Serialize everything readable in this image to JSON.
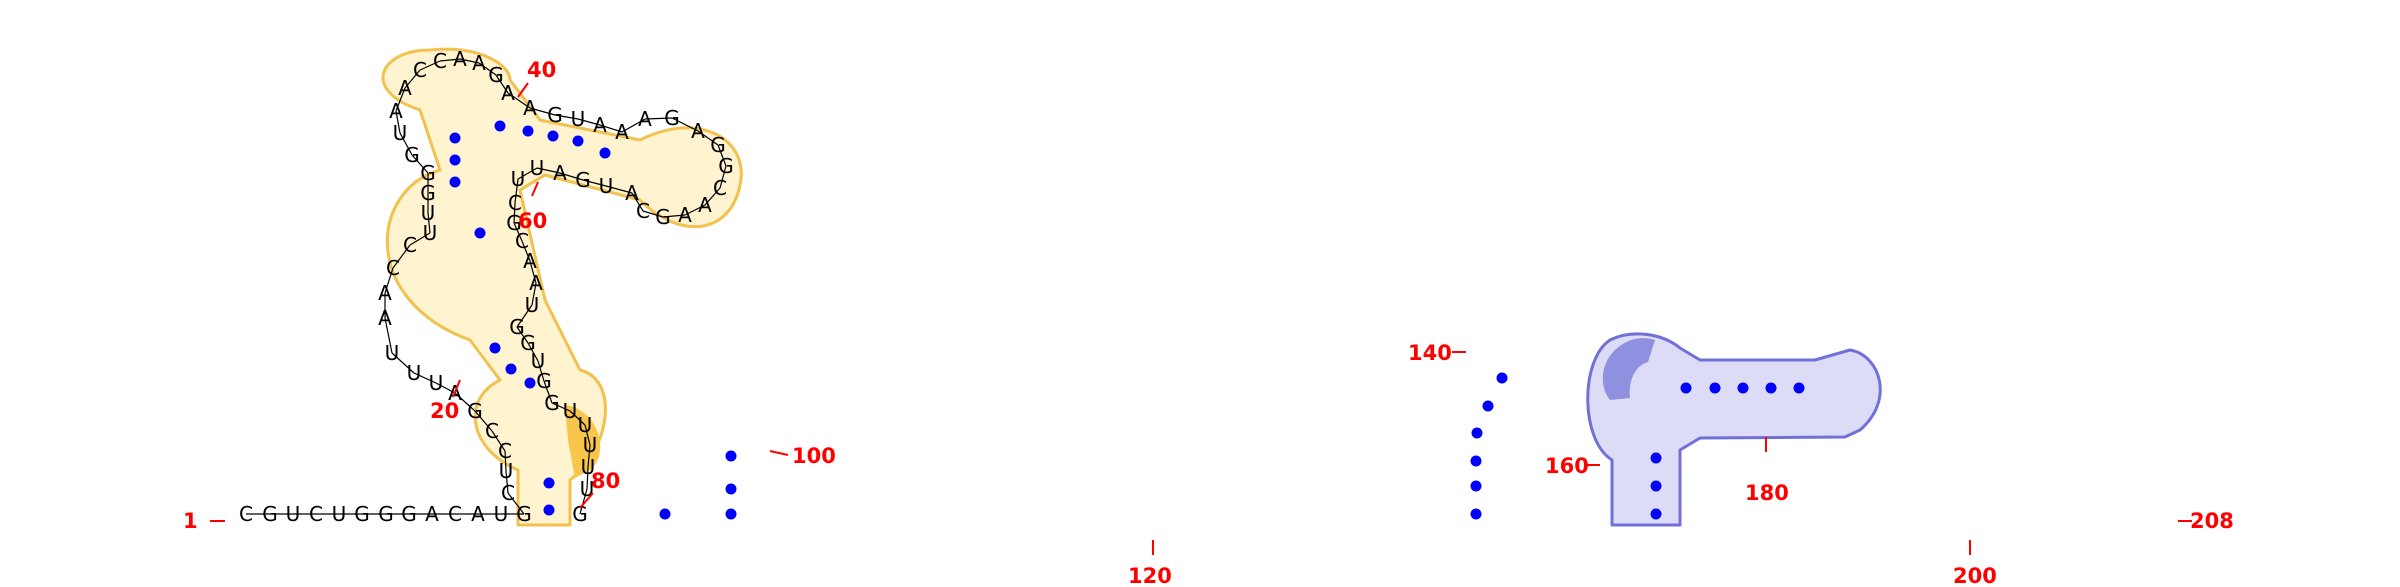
{
  "diagram": {
    "sequence": "CGUCUGGGACAUGCUCCGAUUUAACCUUGGGUAACCAAGAAGUAAAGAGGCAAGCAUGAUUCGCAAUGGUGGUUUUUG",
    "colors": {
      "nucleotide": "#000000",
      "backbone": "#000000",
      "base_pair": "#0000ff",
      "label": "#ff0000",
      "domain_yellow_fill": "#fff3d0",
      "domain_yellow_stroke": "#f2c14e",
      "domain_yellow_accent": "#f7c64b",
      "domain_blue_fill": "#dcdcf6",
      "domain_blue_stroke": "#7070d8",
      "domain_blue_accent": "#9090e0"
    },
    "position_labels": [
      "1",
      "20",
      "40",
      "60",
      "80",
      "100",
      "120",
      "140",
      "160",
      "180",
      "200",
      "208"
    ],
    "domains": [
      {
        "name": "yellow",
        "fill": "domain_yellow_fill"
      },
      {
        "name": "blue",
        "fill": "domain_blue_fill"
      }
    ]
  }
}
